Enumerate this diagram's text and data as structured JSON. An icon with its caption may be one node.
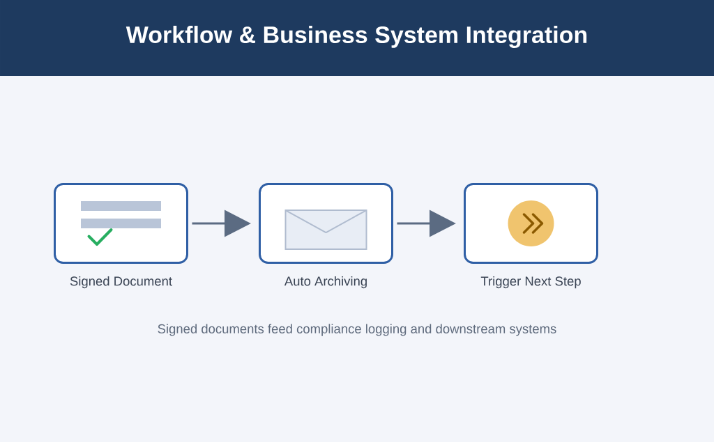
{
  "diagram": {
    "title": "Workflow & Business System Integration",
    "caption": "Signed documents feed compliance logging and downstream systems",
    "nodes": [
      {
        "text": [
          "Signed Document"
        ]
      },
      {
        "text": [
          "Auto Archiving"
        ]
      },
      {
        "text": [
          "Trigger Next Step"
        ]
      }
    ],
    "edges": [
      {
        "from": 0,
        "to": 1,
        "arrow": "to"
      },
      {
        "from": 1,
        "to": 2,
        "arrow": "to"
      }
    ]
  }
}
